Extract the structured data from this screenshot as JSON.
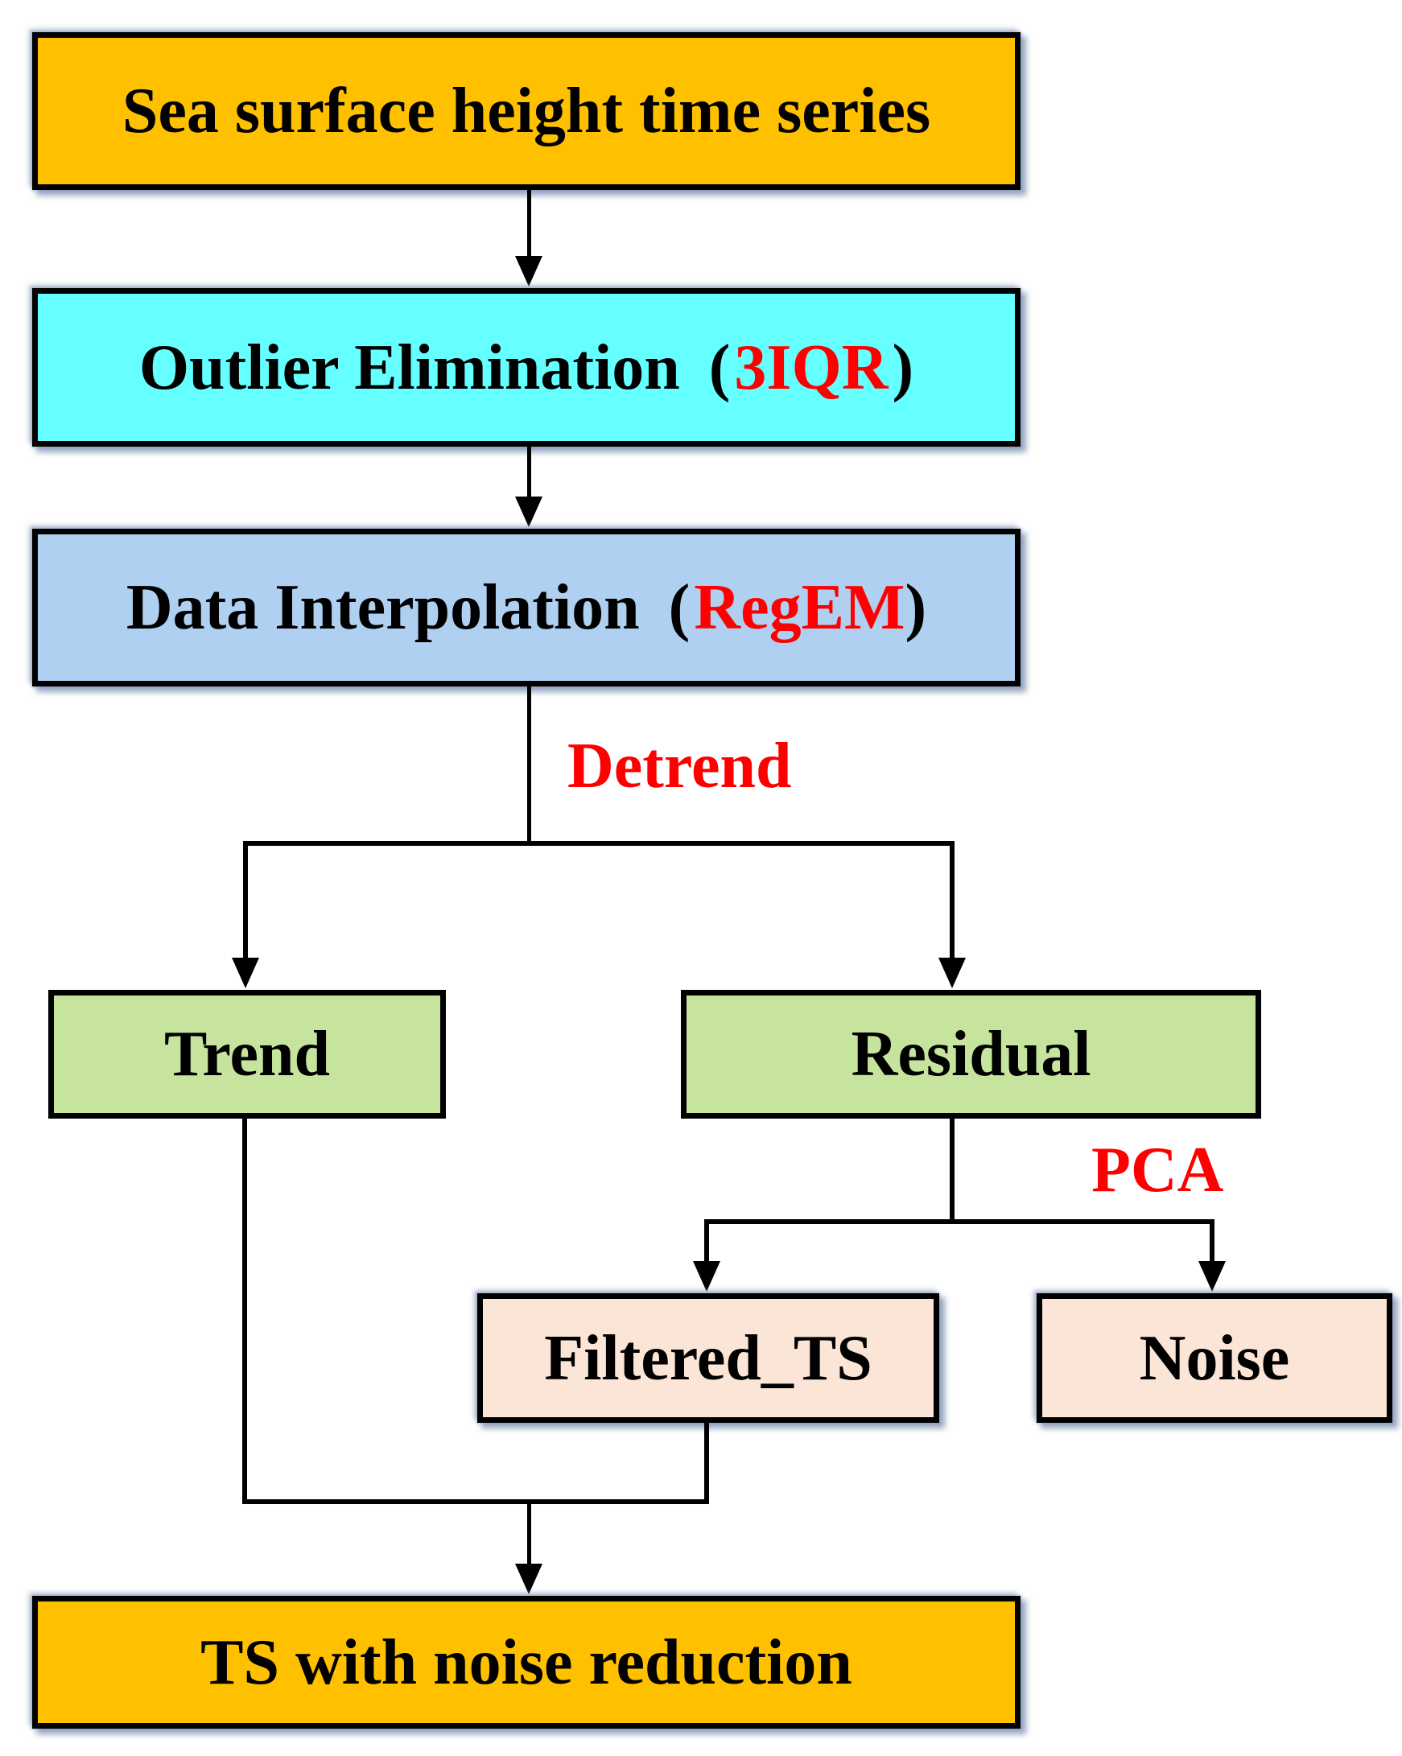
{
  "nodes": {
    "sea_surface": {
      "label": "Sea surface height time series",
      "fill": "#FFC000",
      "text_color": "#000000"
    },
    "outlier": {
      "prefix": "Outlier Elimination",
      "open_paren": "(",
      "highlight": "3IQR",
      "close_paren": ")",
      "fill": "#66FFFF",
      "highlight_color": "#FF0000"
    },
    "interpolation": {
      "prefix": "Data Interpolation",
      "open_paren": "(",
      "highlight": "RegEM",
      "close_paren": ")",
      "fill": "#AFD0F0",
      "highlight_color": "#FF0000"
    },
    "trend": {
      "label": "Trend",
      "fill": "#C6E49D"
    },
    "residual": {
      "label": "Residual",
      "fill": "#C6E49D"
    },
    "filtered_ts": {
      "label": "Filtered_TS",
      "fill": "#FBE5D6"
    },
    "noise": {
      "label": "Noise",
      "fill": "#FBE5D6"
    },
    "output": {
      "label": "TS with noise reduction",
      "fill": "#FFC000"
    }
  },
  "edge_labels": {
    "detrend": {
      "text": "Detrend",
      "color": "#FF0000"
    },
    "pca": {
      "text": "PCA",
      "color": "#FF0000"
    }
  },
  "style": {
    "border_color": "#000000",
    "connector_color": "#000000",
    "shadow_color": "#7D91B4",
    "background": "#FFFFFF"
  }
}
